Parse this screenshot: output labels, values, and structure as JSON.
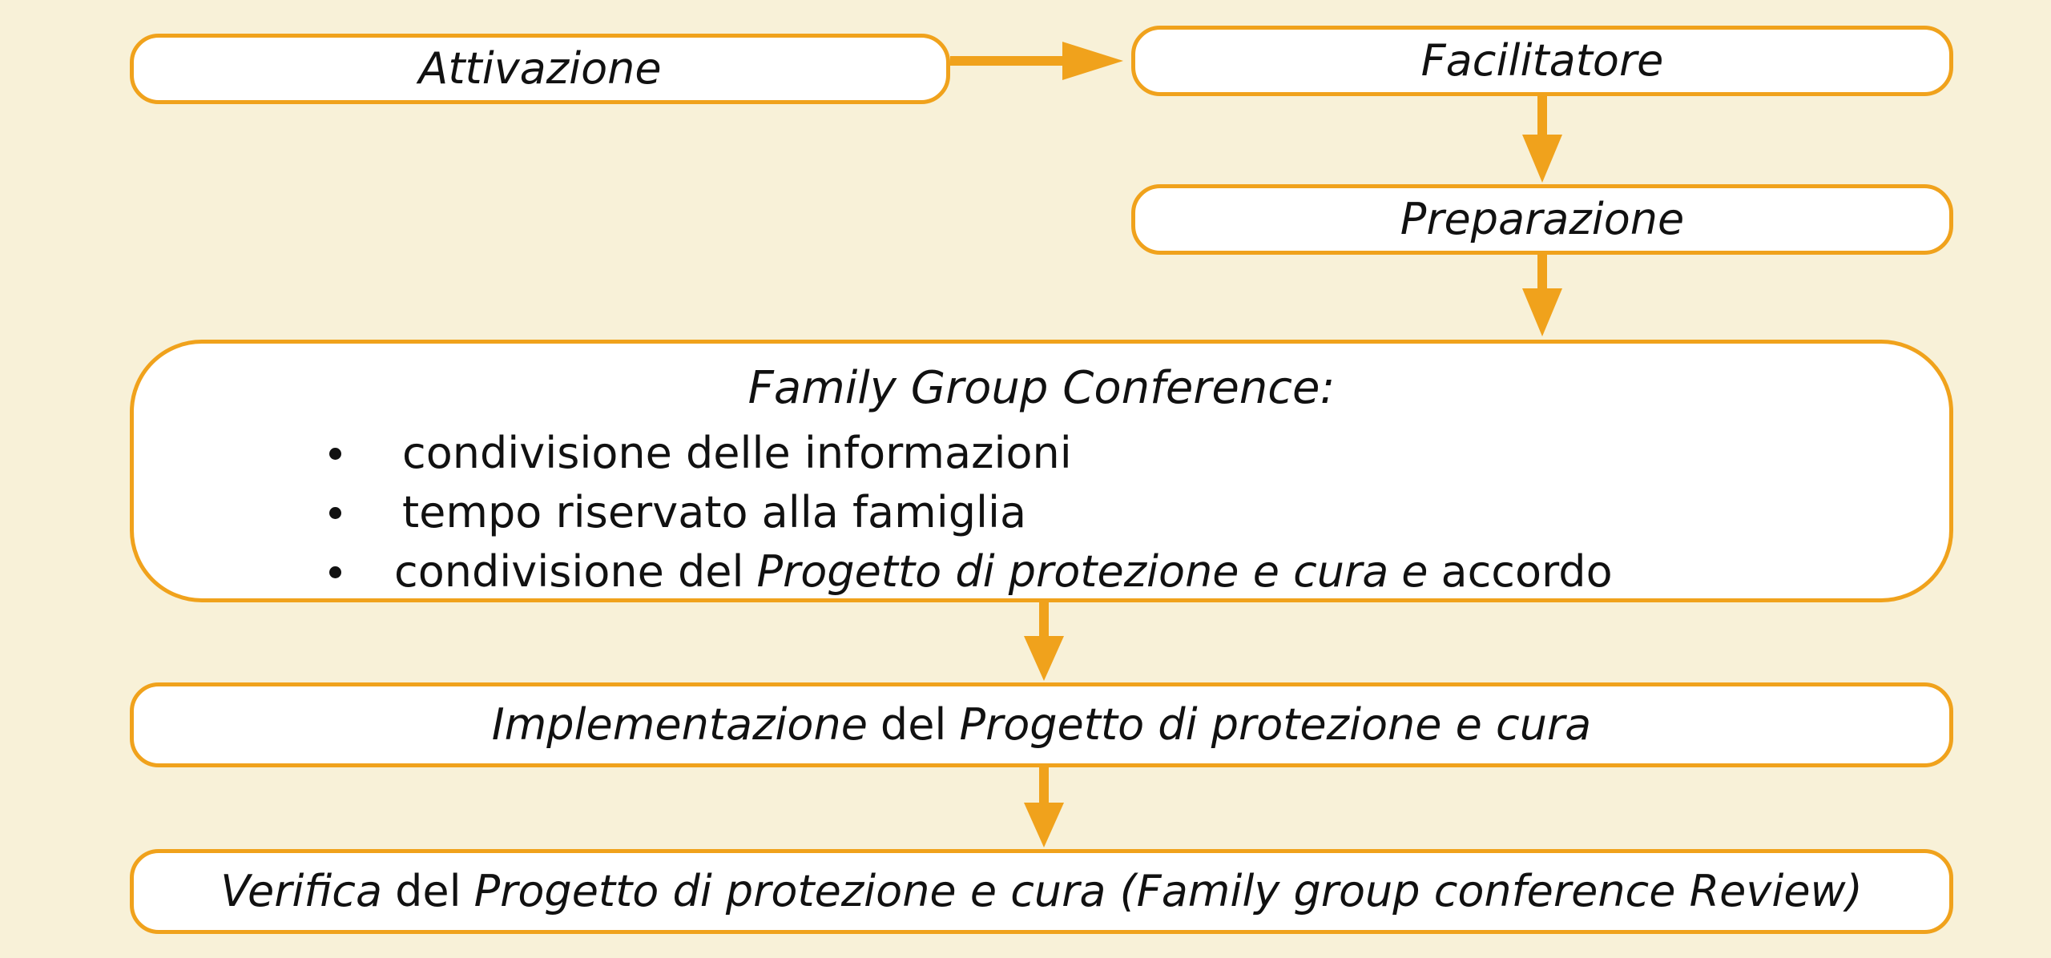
{
  "diagram": {
    "activation": "Attivazione",
    "facilitator": "Facilitatore",
    "preparation": "Preparazione",
    "conference": {
      "title": "Family Group Conference:",
      "items": [
        "condivisione delle informazioni",
        "tempo riservato alla famiglia",
        {
          "part1": "condivisione del",
          "part2": "Progetto di protezione e cura",
          "part3": "e",
          "part4": "accordo"
        }
      ]
    },
    "implementation": {
      "part1": "Implementazione",
      "part2": "del",
      "part3": "Progetto di protezione e cura"
    },
    "verification": {
      "part1": "Verifica",
      "part2": "del",
      "part3": "Progetto di protezione e cura (Family group conference Review)"
    }
  },
  "colors": {
    "background": "#f8f1d8",
    "box": "#ffffff",
    "accent": "#f0a21c",
    "text": "#111111"
  }
}
